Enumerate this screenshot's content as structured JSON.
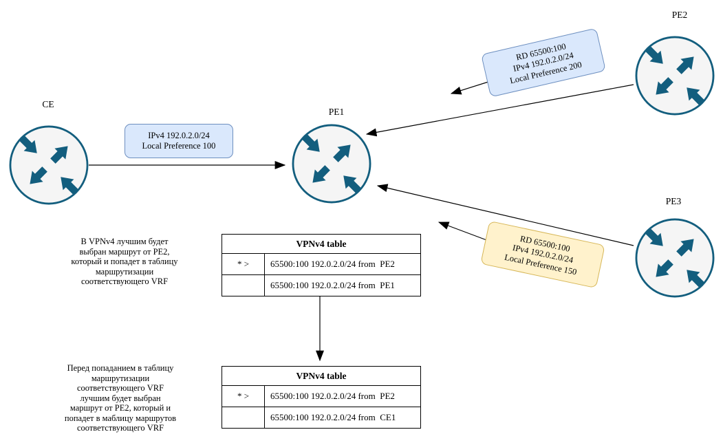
{
  "routers": {
    "ce": {
      "label": "CE"
    },
    "pe1": {
      "label": "PE1"
    },
    "pe2": {
      "label": "PE2"
    },
    "pe3": {
      "label": "PE3"
    }
  },
  "callouts": {
    "ce_to_pe1": {
      "lines": [
        "IPv4 192.0.2.0/24",
        "Local Preference 100"
      ]
    },
    "pe2_to_pe1": {
      "lines": [
        "RD 65500:100",
        "IPv4 192.0.2.0/24",
        "Local Preference 200"
      ]
    },
    "pe3_to_pe1": {
      "lines": [
        "RD 65500:100",
        "IPv4 192.0.2.0/24",
        "Local Preference 150"
      ]
    }
  },
  "tables": {
    "top": {
      "title": "VPNv4 table",
      "rows": [
        {
          "flag": "* >",
          "route": "65500:100 192.0.2.0/24 from  PE2"
        },
        {
          "flag": "",
          "route": "65500:100 192.0.2.0/24 from  PE1"
        }
      ]
    },
    "bottom": {
      "title": "VPNv4 table",
      "rows": [
        {
          "flag": "* >",
          "route": "65500:100 192.0.2.0/24 from  PE2"
        },
        {
          "flag": "",
          "route": "65500:100 192.0.2.0/24 from  CE1"
        }
      ]
    }
  },
  "notes": {
    "top": {
      "lines": [
        "В VPNv4 лучшим будет",
        "выбран маршрут от PE2,",
        "который и попадет в таблицу",
        "маршрутизации",
        "соответствующего VRF"
      ]
    },
    "bottom": {
      "lines": [
        "Перед попаданием в таблицу",
        "маршрутизации",
        "соответствующего VRF",
        "лучшим будет выбран",
        "маршрут от PE2, который и",
        "попадет в маблицу маршрутов",
        "соответствующего VRF"
      ]
    }
  },
  "colors": {
    "callout_blue_fill": "#dae8fc",
    "callout_blue_border": "#6c8ebf",
    "callout_yellow_fill": "#fff2cc",
    "callout_yellow_border": "#d6b656",
    "router_fill": "#f5f5f5",
    "router_stroke": "#135e7e",
    "connector": "#000000"
  }
}
